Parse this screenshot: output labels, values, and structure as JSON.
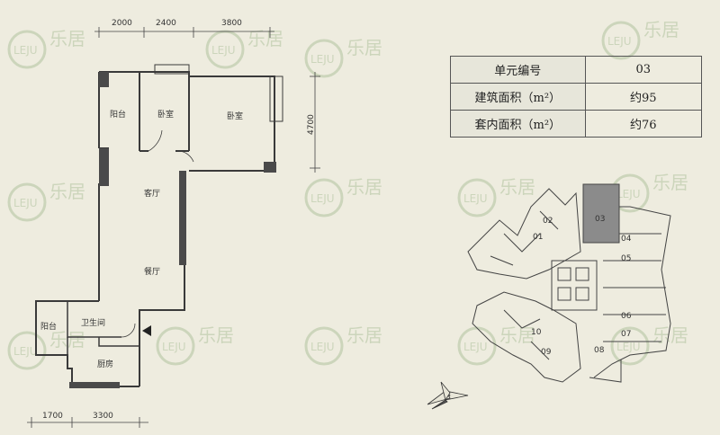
{
  "plan": {
    "rooms": {
      "balcony_top": "阳台",
      "bedroom_small": "卧室",
      "bedroom_large": "卧室",
      "living": "客厅",
      "dining": "餐厅",
      "bathroom": "卫生间",
      "balcony_bottom": "阳台",
      "kitchen": "厨房"
    },
    "dims_top": [
      "2000",
      "2400",
      "3800"
    ],
    "dims_right": "4700",
    "dims_bottom": [
      "1700",
      "3300"
    ]
  },
  "info": {
    "rows": [
      {
        "label": "单元编号",
        "value": "03"
      },
      {
        "label": "建筑面积（m²）",
        "value": "约95"
      },
      {
        "label": "套内面积（m²）",
        "value": "约76"
      }
    ]
  },
  "keyplan": {
    "units": [
      "01",
      "02",
      "03",
      "04",
      "05",
      "06",
      "07",
      "08",
      "09",
      "10"
    ]
  },
  "watermark": {
    "text": "乐居",
    "logo": "LEJU"
  },
  "colors": {
    "wall": "#4a4a4a",
    "highlight": "#8b8b8b",
    "line": "#444444"
  }
}
